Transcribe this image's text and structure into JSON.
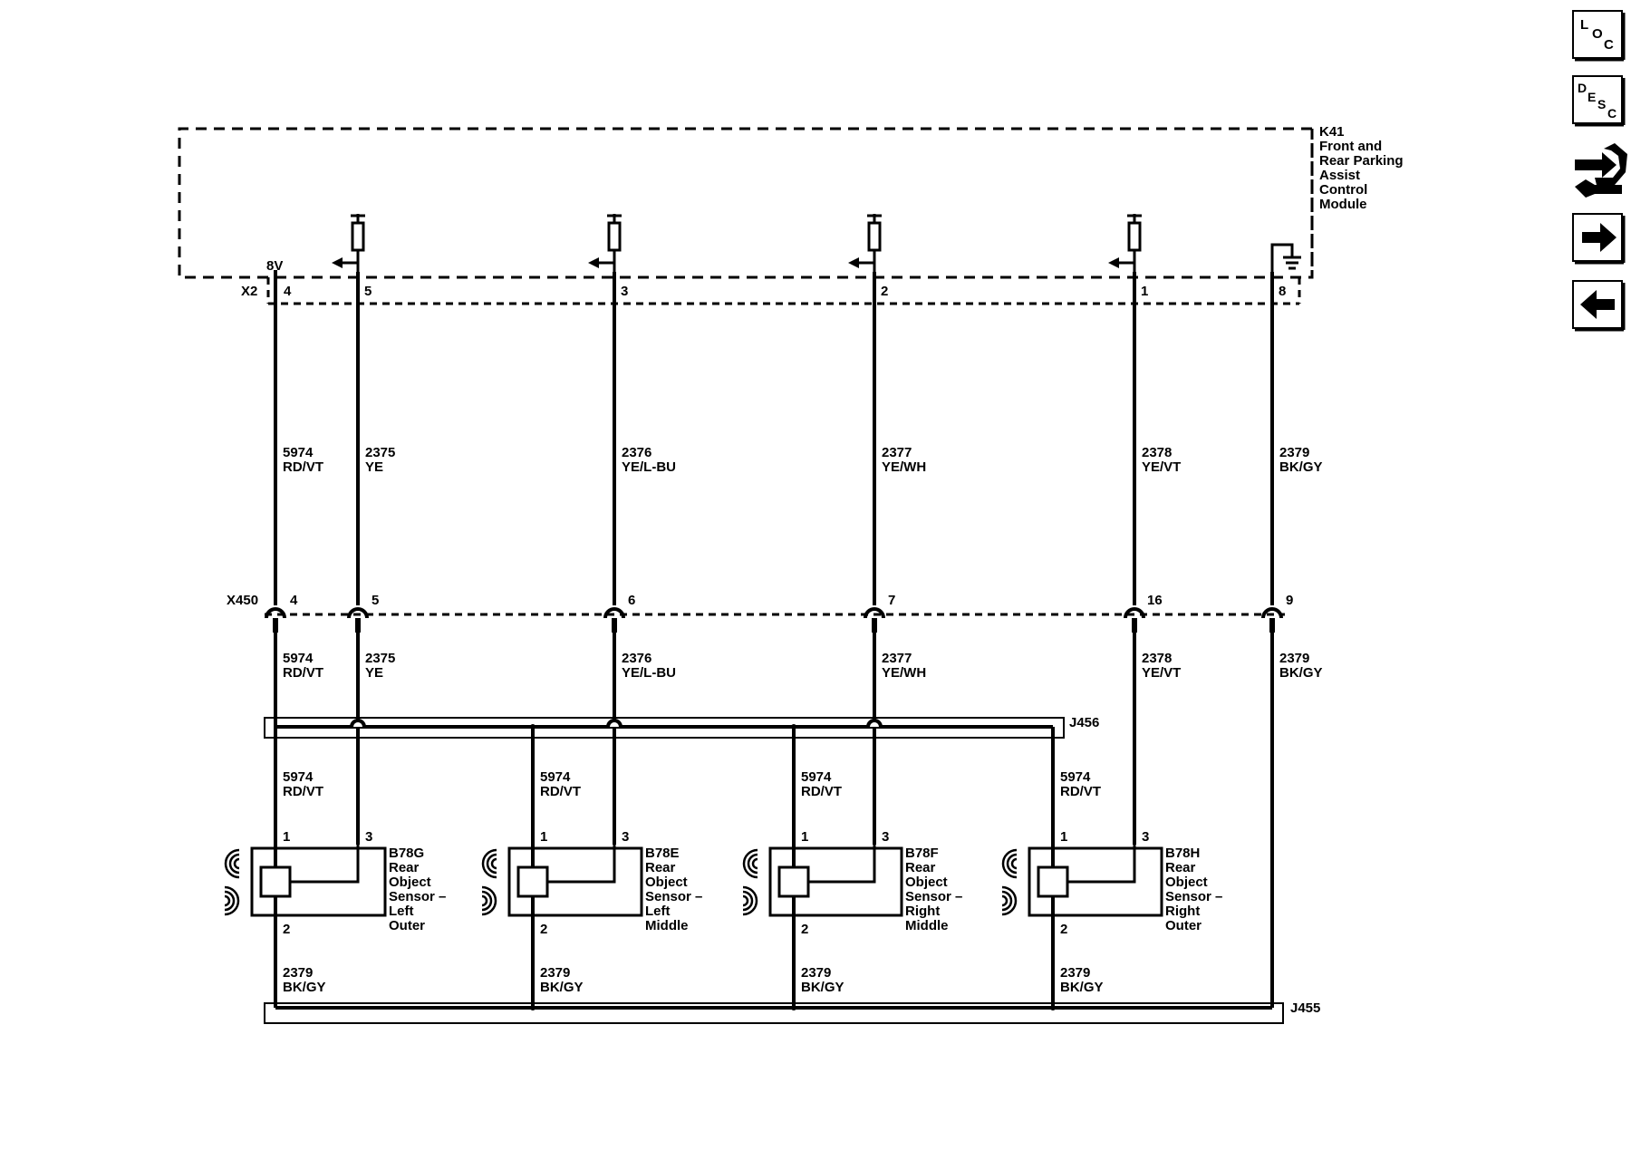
{
  "nav": {
    "loc": [
      "L",
      "O",
      "C"
    ],
    "desc": [
      "D",
      "E",
      "S",
      "C"
    ],
    "icons": [
      "loc-icon",
      "desc-icon",
      "connector-wrench-icon",
      "arrow-right-icon",
      "arrow-left-icon"
    ]
  },
  "module": {
    "id": "K41",
    "name_lines": [
      "Front and",
      "Rear Parking",
      "Assist",
      "Control",
      "Module"
    ],
    "voltage": "8V",
    "connector": "X2"
  },
  "inline_connector": "X450",
  "splices": {
    "upper": "J456",
    "lower": "J455"
  },
  "wires": [
    {
      "x2_pin": "4",
      "x450_pin": "4",
      "circuit": "5974",
      "color": "RD/VT"
    },
    {
      "x2_pin": "5",
      "x450_pin": "5",
      "circuit": "2375",
      "color": "YE"
    },
    {
      "x2_pin": "3",
      "x450_pin": "6",
      "circuit": "2376",
      "color": "YE/L-BU"
    },
    {
      "x2_pin": "2",
      "x450_pin": "7",
      "circuit": "2377",
      "color": "YE/WH"
    },
    {
      "x2_pin": "1",
      "x450_pin": "16",
      "circuit": "2378",
      "color": "YE/VT"
    },
    {
      "x2_pin": "8",
      "x450_pin": "9",
      "circuit": "2379",
      "color": "BK/GY"
    }
  ],
  "sensors": [
    {
      "id": "B78G",
      "lines": [
        "Rear",
        "Object",
        "Sensor –",
        "Left",
        "Outer"
      ],
      "pin1": "1",
      "pin2": "2",
      "pin3": "3",
      "power_circuit": "5974",
      "power_color": "RD/VT",
      "ground_circuit": "2379",
      "ground_color": "BK/GY"
    },
    {
      "id": "B78E",
      "lines": [
        "Rear",
        "Object",
        "Sensor –",
        "Left",
        "Middle"
      ],
      "pin1": "1",
      "pin2": "2",
      "pin3": "3",
      "power_circuit": "5974",
      "power_color": "RD/VT",
      "ground_circuit": "2379",
      "ground_color": "BK/GY"
    },
    {
      "id": "B78F",
      "lines": [
        "Rear",
        "Object",
        "Sensor –",
        "Right",
        "Middle"
      ],
      "pin1": "1",
      "pin2": "2",
      "pin3": "3",
      "power_circuit": "5974",
      "power_color": "RD/VT",
      "ground_circuit": "2379",
      "ground_color": "BK/GY"
    },
    {
      "id": "B78H",
      "lines": [
        "Rear",
        "Object",
        "Sensor –",
        "Right",
        "Outer"
      ],
      "pin1": "1",
      "pin2": "2",
      "pin3": "3",
      "power_circuit": "5974",
      "power_color": "RD/VT",
      "ground_circuit": "2379",
      "ground_color": "BK/GY"
    }
  ]
}
